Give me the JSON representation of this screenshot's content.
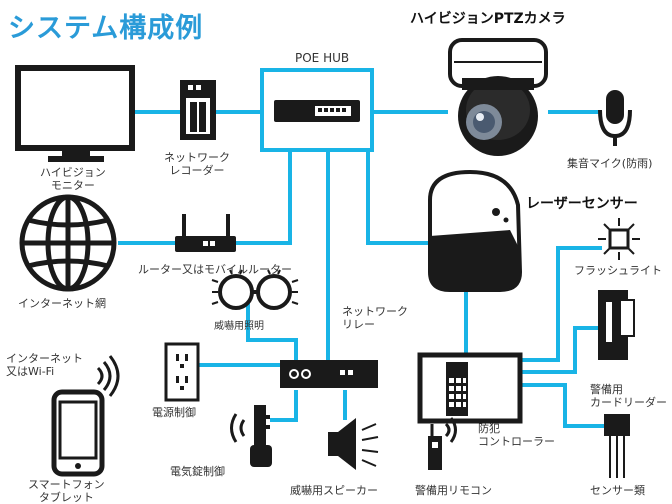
{
  "title": "システム構成例",
  "colors": {
    "accent": "#2a9bd8",
    "link": "#19b4e6",
    "ink": "#1a1a1a"
  },
  "nodes": {
    "hub": "POE HUB",
    "ptz_camera": "ハイビジョンPTZカメラ",
    "laser_sensor": "レーザーセンサー",
    "monitor": "ハイビジョン\nモニター",
    "recorder": "ネットワーク\nレコーダー",
    "mic": "集音マイク(防雨)",
    "router": "ルーター又はモバイルルーター",
    "internet": "インターネット網",
    "flash": "フラッシュライト",
    "relay": "ネットワーク\nリレー",
    "warn_light": "威嚇用照明",
    "power": "電源制御",
    "lock": "電気錠制御",
    "speaker": "威嚇用スピーカー",
    "remote": "警備用リモコン",
    "controller": "防犯\nコントローラー",
    "card_reader": "警備用\nカードリーダー",
    "sensors": "センサー類",
    "wifi": "インターネット\n又はWi-Fi",
    "smartphone": "スマートフォン\nタブレット"
  }
}
